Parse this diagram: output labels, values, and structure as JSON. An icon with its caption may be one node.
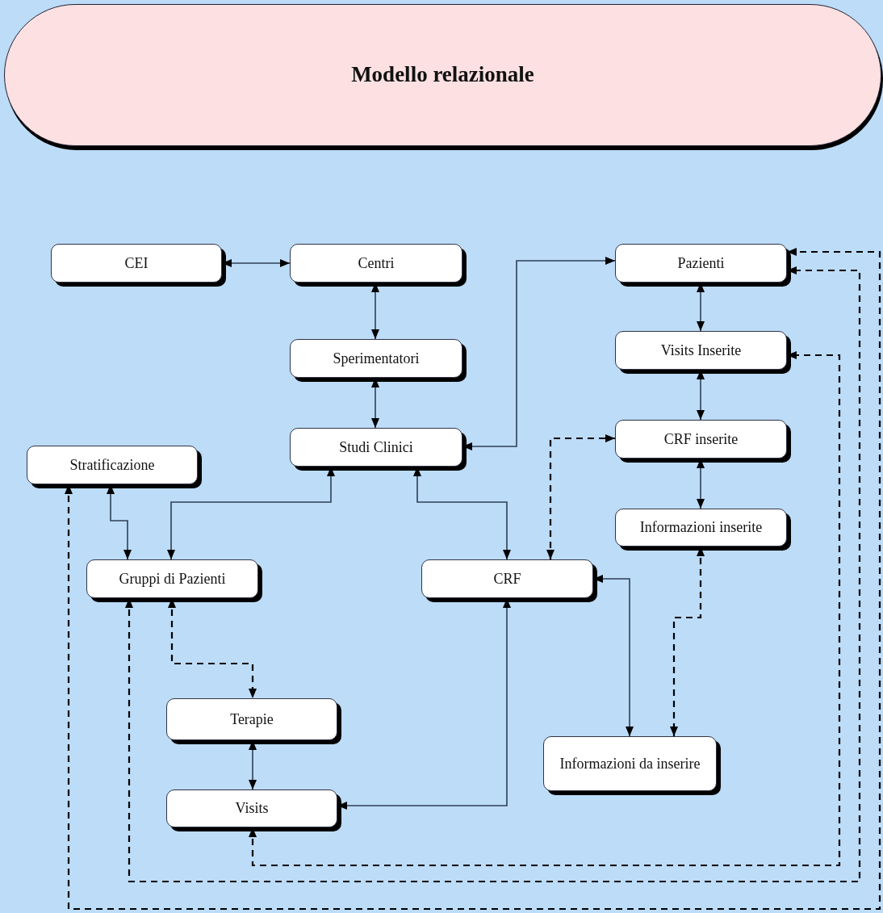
{
  "diagram": {
    "nodes": [
      {
        "text": [
          "Modello relazionale"
        ]
      },
      {
        "text": [
          "CEI"
        ]
      },
      {
        "text": [
          "Centri"
        ]
      },
      {
        "text": [
          "Pazienti"
        ]
      },
      {
        "text": [
          "Sperimentatori"
        ]
      },
      {
        "text": [
          "Visits Inserite"
        ]
      },
      {
        "text": [
          "Studi Clinici"
        ]
      },
      {
        "text": [
          "CRF inserite"
        ]
      },
      {
        "text": [
          "Stratificazione"
        ]
      },
      {
        "text": [
          "Informazioni inserite"
        ]
      },
      {
        "text": [
          "Gruppi di Pazienti"
        ]
      },
      {
        "text": [
          "CRF"
        ]
      },
      {
        "text": [
          "Terapie"
        ]
      },
      {
        "text": [
          "Informazioni da inserire"
        ]
      },
      {
        "text": [
          "Visits"
        ]
      }
    ],
    "edges": [
      {
        "from": 1,
        "to": 2,
        "arrow": "both"
      },
      {
        "from": 2,
        "to": 4,
        "arrow": "both"
      },
      {
        "from": 4,
        "to": 6,
        "arrow": "both"
      },
      {
        "from": 6,
        "to": 3,
        "arrow": "both"
      },
      {
        "from": 3,
        "to": 5,
        "arrow": "both"
      },
      {
        "from": 5,
        "to": 7,
        "arrow": "both"
      },
      {
        "from": 7,
        "to": 9,
        "arrow": "both"
      },
      {
        "from": 6,
        "to": 10,
        "arrow": "both"
      },
      {
        "from": 6,
        "to": 11,
        "arrow": "both"
      },
      {
        "from": 8,
        "to": 10,
        "arrow": "both"
      },
      {
        "from": 11,
        "to": 7,
        "arrow": "both",
        "style": "dashed"
      },
      {
        "from": 11,
        "to": 13,
        "arrow": "both"
      },
      {
        "from": 9,
        "to": 13,
        "arrow": "both",
        "style": "dashed"
      },
      {
        "from": 10,
        "to": 12,
        "arrow": "both",
        "style": "dashed"
      },
      {
        "from": 11,
        "to": 14,
        "arrow": "both"
      },
      {
        "from": 12,
        "to": 14,
        "arrow": "both"
      },
      {
        "from": 14,
        "to": 5,
        "arrow": "both",
        "style": "dashed"
      },
      {
        "from": 10,
        "to": 3,
        "arrow": "both",
        "style": "dashed"
      },
      {
        "from": 8,
        "to": 3,
        "arrow": "both",
        "style": "dashed"
      }
    ]
  }
}
